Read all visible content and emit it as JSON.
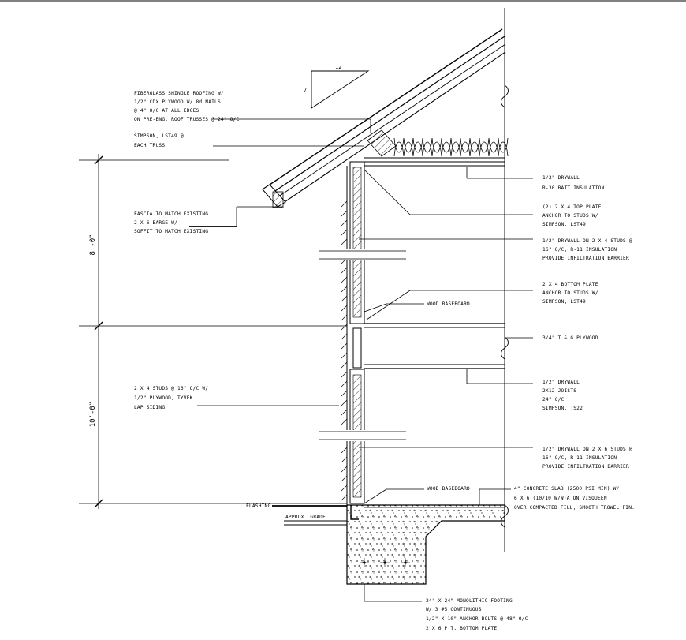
{
  "pitch": {
    "rise": "7",
    "run": "12"
  },
  "dimensions": {
    "upper": "8'-0\"",
    "lower": "10'-0\""
  },
  "labels": {
    "roofing": [
      "FIBERGLASS SHINGLE ROOFING W/",
      "1/2\" CDX PLYWOOD W/ 8d NAILS",
      "@ 4\" O/C AT ALL EDGES",
      "ON PRE-ENG. ROOF TRUSSES @ 24\" O/C"
    ],
    "simpson_truss": [
      "SIMPSON, LST49 @",
      "EACH TRUSS"
    ],
    "fascia": [
      "FASCIA TO MATCH EXISTING",
      "2 X 6 BARGE W/",
      "SOFFIT TO MATCH EXISTING"
    ],
    "ceiling": [
      "1/2\" DRYWALL",
      "R-30 BATT INSULATION"
    ],
    "top_plate": [
      "(2) 2 X 4 TOP PLATE",
      "ANCHOR TO STUDS W/",
      "SIMPSON, LST49"
    ],
    "upper_wall": [
      "1/2\" DRYWALL ON 2 X 4 STUDS @",
      "16\" O/C, R-11 INSULATION",
      "PROVIDE INFILTRATION BARRIER"
    ],
    "bottom_plate": [
      "2 X 4 BOTTOM PLATE",
      "ANCHOR TO STUDS W/",
      "SIMPSON, LST49"
    ],
    "baseboard_upper": "WOOD BASEBOARD",
    "subfloor": "3/4\" T & G PLYWOOD",
    "siding": [
      "2 X 4 STUDS @ 16\" O/C W/",
      "1/2\" PLYWOOD, TYVEK",
      "LAP SIDING"
    ],
    "floor_joists": [
      "1/2\" DRYWALL",
      "2X12 JOISTS",
      "24\" O/C",
      "SIMPSON, TS22"
    ],
    "lower_wall": [
      "1/2\" DRYWALL ON 2 X 6 STUDS @",
      "16\" O/C, R-11 INSULATION",
      "PROVIDE INFILTRATION BARRIER"
    ],
    "baseboard_lower": "WOOD BASEBOARD",
    "slab": [
      "4\" CONCRETE SLAB (2500 PSI MIN) W/",
      "6 X 6 (10/10 W/W)A ON VISQUEEN",
      "OVER COMPACTED FILL, SMOOTH TROWEL FIN."
    ],
    "flashing": "FLASHING",
    "grade": "APPROX. GRADE",
    "footing": [
      "24\" X 24\" MONOLITHIC FOOTING",
      "W/ 3 #5 CONTINUOUS",
      "1/2\" X 10\" ANCHOR BOLTS @ 48\" O/C",
      "2 X 6 P.T. BOTTOM PLATE"
    ]
  }
}
